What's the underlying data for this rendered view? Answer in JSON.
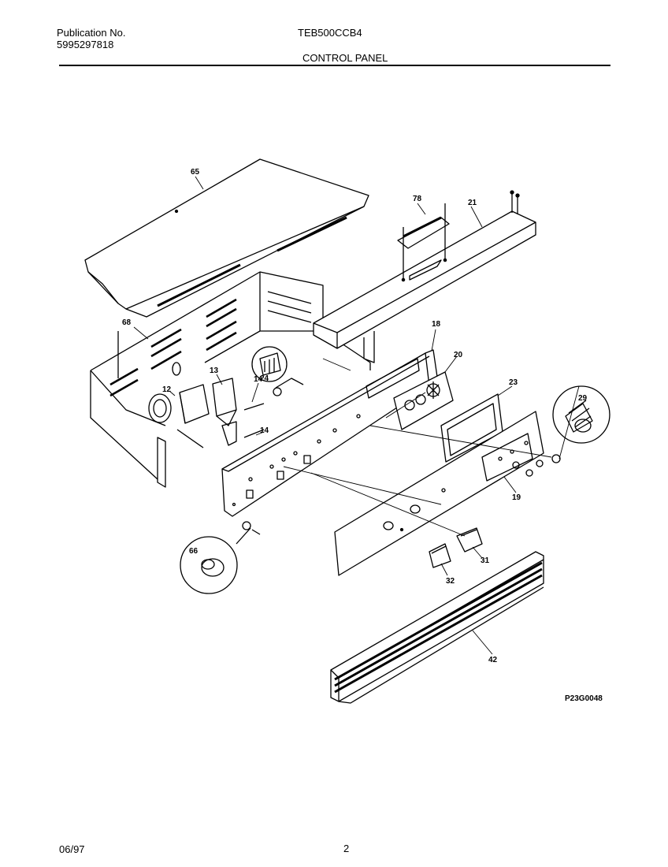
{
  "header": {
    "publication_label": "Publication No.",
    "publication_number": "5995297818",
    "model": "TEB500CCB4",
    "section_title": "CONTROL PANEL"
  },
  "callouts": {
    "c65": "65",
    "c78": "78",
    "c21": "21",
    "c68": "68",
    "c18": "18",
    "c20": "20",
    "c24": "24",
    "c13": "13",
    "c12": "12",
    "c14a": "14",
    "c14b": "14",
    "c23": "23",
    "c29": "29",
    "c19": "19",
    "c66": "66",
    "c31": "31",
    "c32": "32",
    "c42": "42"
  },
  "diagram_ref": "P23G0048",
  "footer": {
    "date": "06/97",
    "page": "2"
  }
}
